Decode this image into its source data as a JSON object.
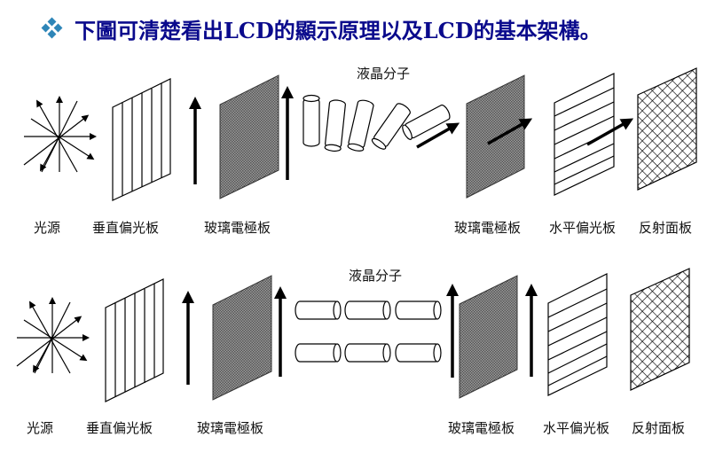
{
  "title": {
    "bullet_icon": "diamond-cluster-bullet",
    "text": "下圖可清楚看出LCD的顯示原理以及LCD的基本架構。",
    "color": "#0a0a8c",
    "bullet_color": "#2e86b8"
  },
  "diagrams": [
    {
      "state": "twisted",
      "liquid_crystal_label": "液晶分子",
      "labels": {
        "light_source": "光源",
        "vertical_polarizer": "垂直偏光板",
        "glass_electrode_1": "玻璃電極板",
        "glass_electrode_2": "玻璃電極板",
        "horizontal_polarizer": "水平偏光板",
        "reflector": "反射面板"
      },
      "molecule_tilts_deg": [
        0,
        5,
        12,
        35,
        60
      ],
      "light_passes_through": true
    },
    {
      "state": "aligned",
      "liquid_crystal_label": "液晶分子",
      "labels": {
        "light_source": "光源",
        "vertical_polarizer": "垂直偏光板",
        "glass_electrode_1": "玻璃電極板",
        "glass_electrode_2": "玻璃電極板",
        "horizontal_polarizer": "水平偏光板",
        "reflector": "反射面板"
      },
      "molecule_rows": 2,
      "molecule_cols": 3,
      "light_passes_through": false
    }
  ]
}
